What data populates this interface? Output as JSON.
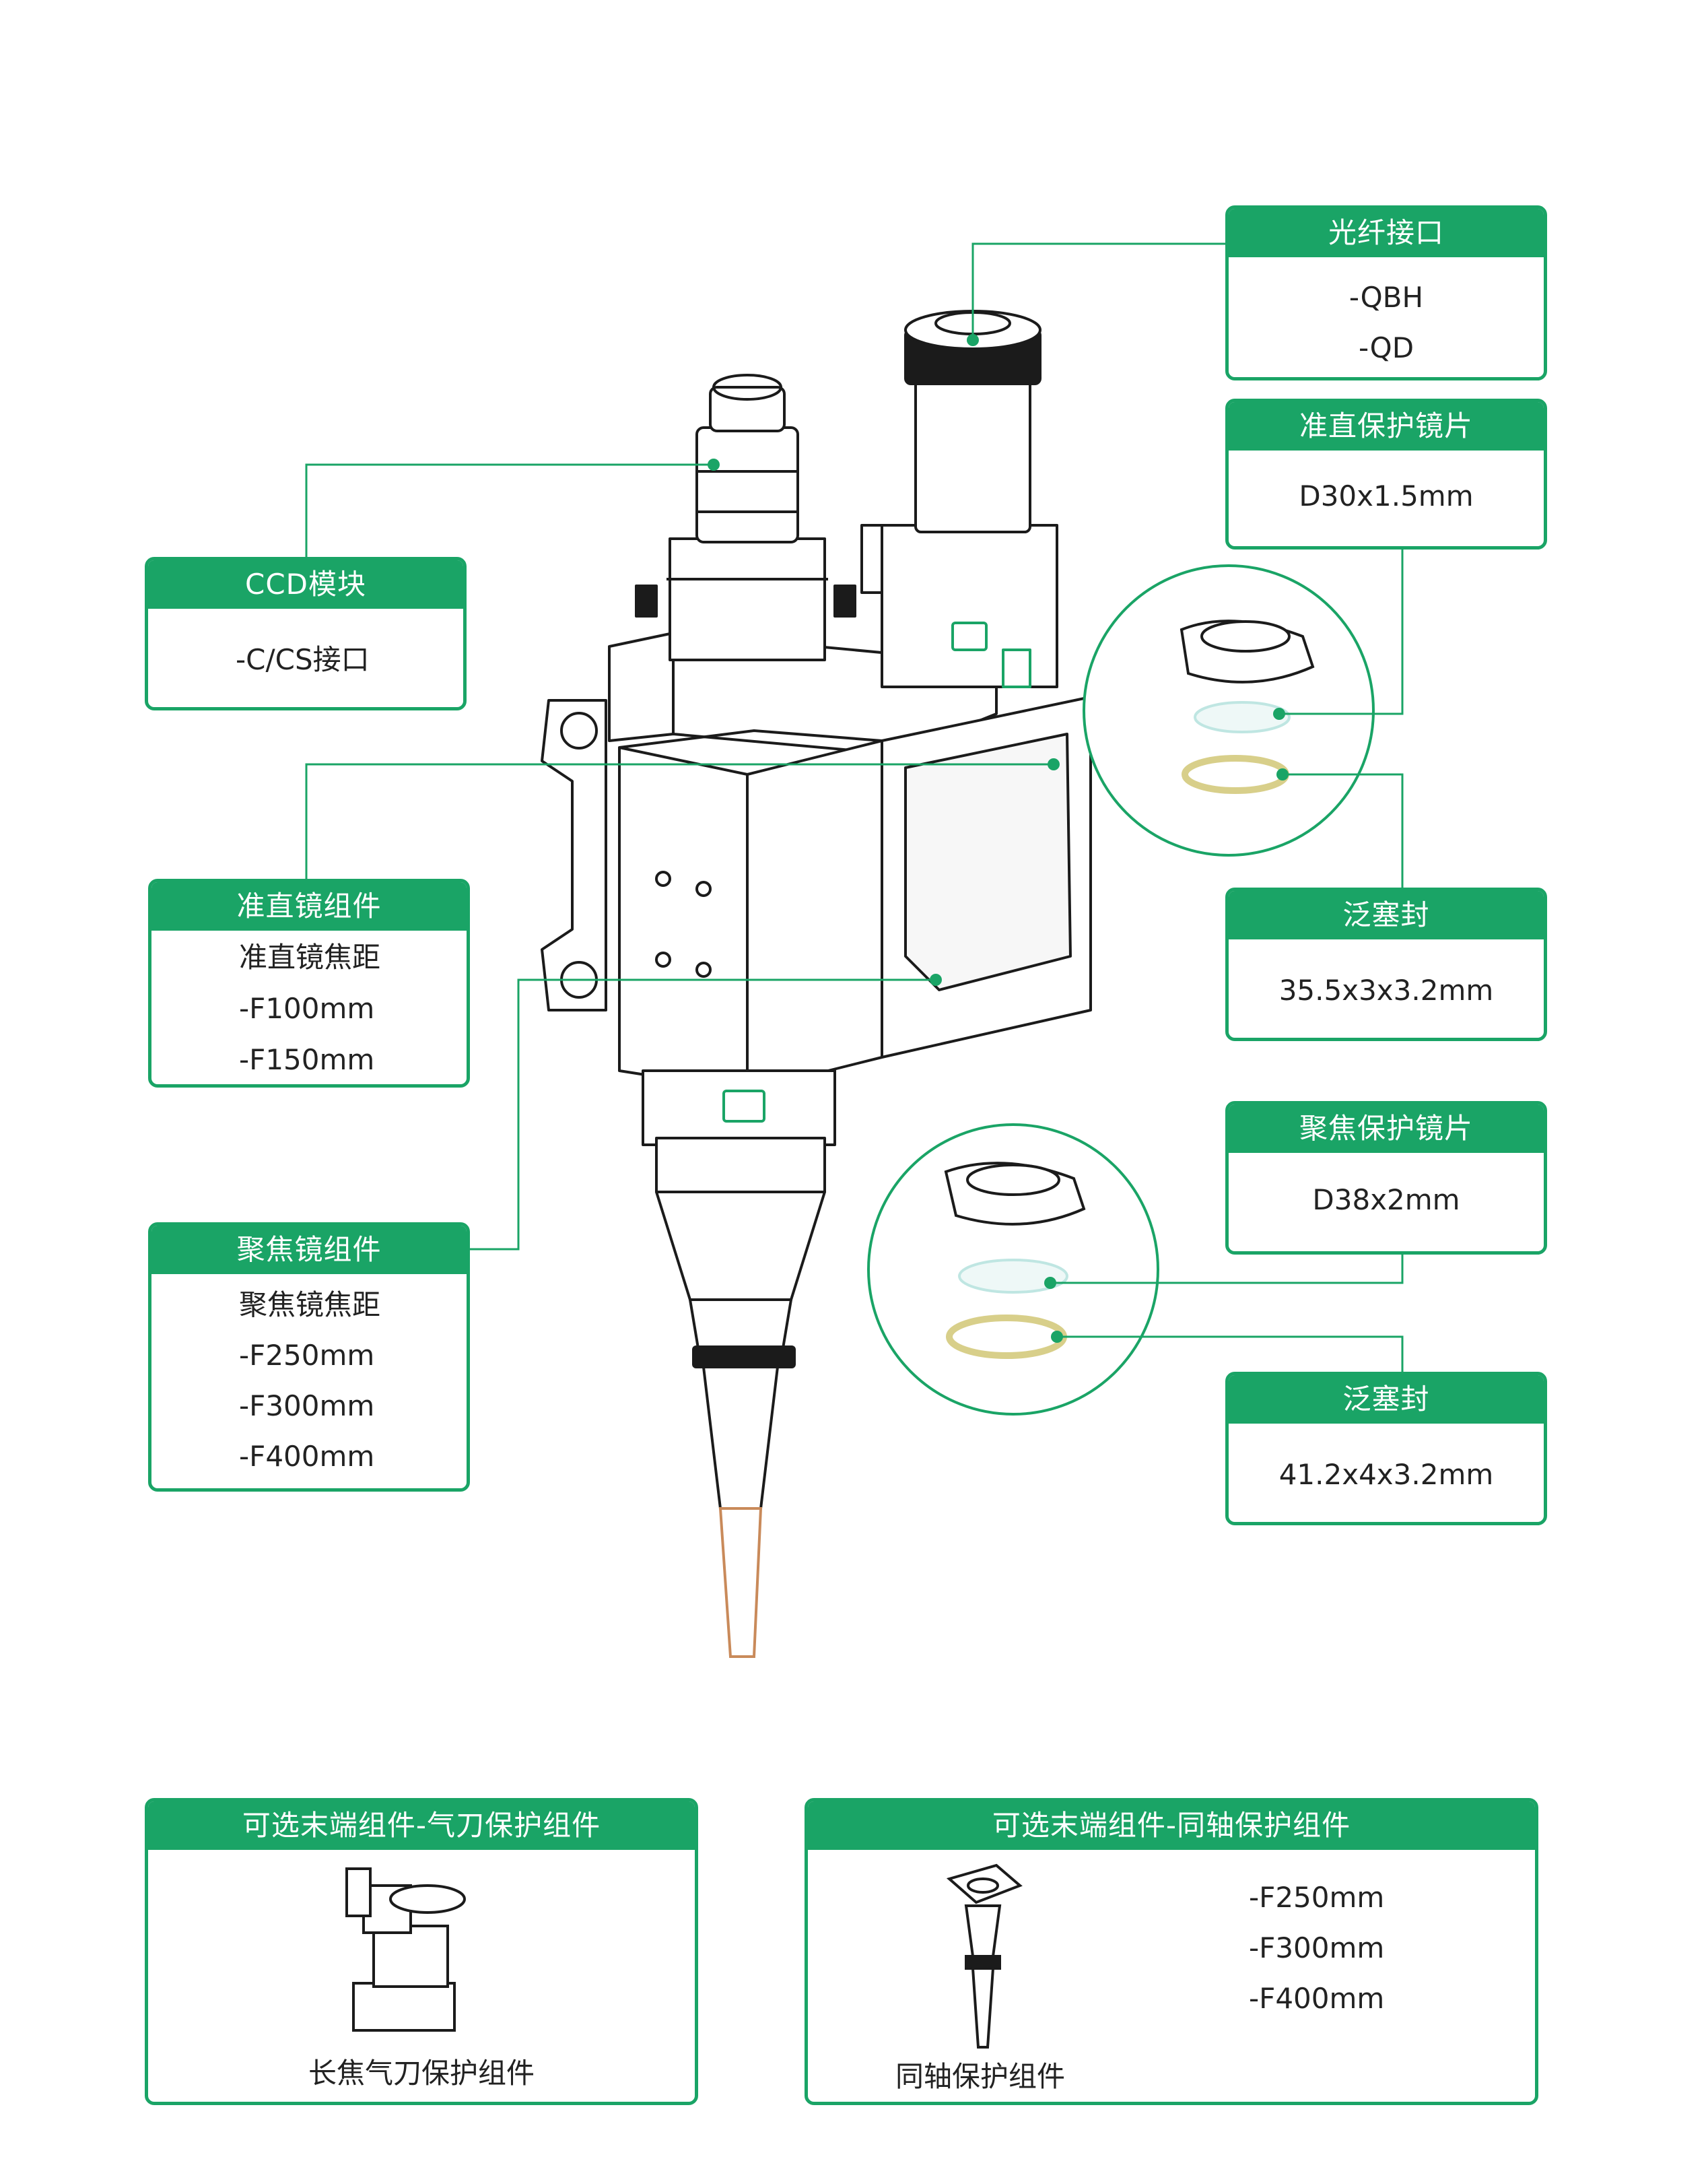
{
  "colors": {
    "accent": "#1aa466",
    "line": "#1aa466",
    "drawing": "#1b1b1b",
    "nozzle": "#c98a5a",
    "seal": "#d8cf8a",
    "lens": "#bfe6e2"
  },
  "callouts": {
    "fiber": {
      "title": "光纤接口",
      "lines": [
        "-QBH",
        "-QD"
      ]
    },
    "collimator_window": {
      "title": "准直保护镜片",
      "lines": [
        "D30x1.5mm"
      ]
    },
    "ccd": {
      "title": "CCD模块",
      "lines": [
        "-C/CS接口"
      ]
    },
    "seal_top": {
      "title": "泛塞封",
      "lines": [
        "35.5x3x3.2mm"
      ]
    },
    "collimator": {
      "title": "准直镜组件",
      "lines": [
        "准直镜焦距",
        "-F100mm",
        "-F150mm"
      ]
    },
    "focus_window": {
      "title": "聚焦保护镜片",
      "lines": [
        "D38x2mm"
      ]
    },
    "focus": {
      "title": "聚焦镜组件",
      "lines": [
        "聚焦镜焦距",
        "-F250mm",
        "-F300mm",
        "-F400mm"
      ]
    },
    "seal_bottom": {
      "title": "泛塞封",
      "lines": [
        "41.2x4x3.2mm"
      ]
    }
  },
  "options": {
    "air_knife": {
      "title": "可选末端组件-气刀保护组件",
      "caption": "长焦气刀保护组件"
    },
    "coaxial": {
      "title": "可选末端组件-同轴保护组件",
      "caption": "同轴保护组件",
      "lines": [
        "-F250mm",
        "-F300mm",
        "-F400mm"
      ]
    }
  }
}
